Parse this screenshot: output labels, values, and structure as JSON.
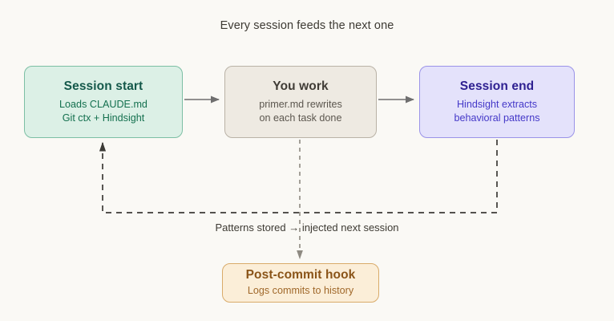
{
  "diagram": {
    "title": "Every session feeds the next one",
    "background_color": "#faf9f5",
    "nodes": [
      {
        "id": "session-start",
        "title": "Session start",
        "subtitle_lines": [
          "Loads CLAUDE.md",
          "Git ctx + Hindsight"
        ],
        "fill": "#dcf0e6",
        "stroke": "#7cbfa4",
        "title_color": "#14584a",
        "text_color": "#14704f"
      },
      {
        "id": "you-work",
        "title": "You work",
        "subtitle_lines": [
          "primer.md rewrites",
          "on each task done"
        ],
        "fill": "#eeeae2",
        "stroke": "#b9b2a6",
        "title_color": "#403c36",
        "text_color": "#5b564e"
      },
      {
        "id": "session-end",
        "title": "Session end",
        "subtitle_lines": [
          "Hindsight extracts",
          "behavioral patterns"
        ],
        "fill": "#e4e2fb",
        "stroke": "#9a93e8",
        "title_color": "#2e2091",
        "text_color": "#4438c8"
      },
      {
        "id": "post-commit",
        "title": "Post-commit hook",
        "subtitle_lines": [
          "Logs commits to history"
        ],
        "fill": "#fbeed8",
        "stroke": "#d9ab6a",
        "title_color": "#8a5418",
        "text_color": "#a0682a"
      }
    ],
    "edges": [
      {
        "id": "start-to-work",
        "from": "session-start",
        "to": "you-work",
        "style": "solid",
        "arrow": "end",
        "color": "#6f6f6f"
      },
      {
        "id": "work-to-end",
        "from": "you-work",
        "to": "session-end",
        "style": "solid",
        "arrow": "end",
        "color": "#6f6f6f"
      },
      {
        "id": "end-to-start-feedback",
        "from": "session-end",
        "to": "session-start",
        "style": "dashed",
        "arrow": "end",
        "color": "#3c3a36",
        "label": "Patterns stored → injected next session"
      },
      {
        "id": "work-to-post-commit",
        "from": "you-work",
        "to": "post-commit",
        "style": "dashed",
        "arrow": "end",
        "color": "#8e8a82"
      }
    ],
    "edge_label": "Patterns stored → injected next session"
  }
}
